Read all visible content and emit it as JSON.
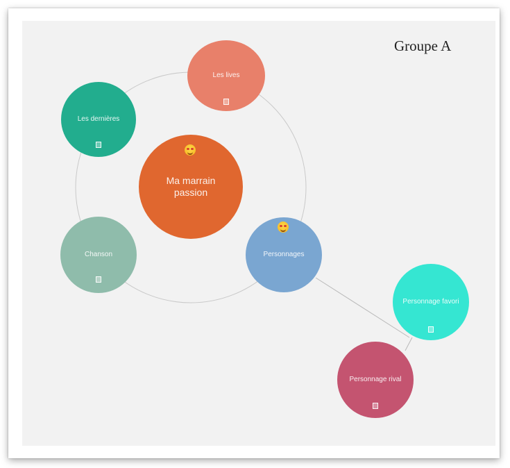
{
  "group_label": "Groupe A",
  "nodes": {
    "center": {
      "label": "Ma marrain passion",
      "color": "#e0672f",
      "emoji": "star-struck-emoji"
    },
    "top": {
      "label": "Les lives",
      "color": "#e8806a",
      "icon": "document-icon"
    },
    "left_top": {
      "label": "Les dernières",
      "color": "#22ad8e",
      "icon": "document-icon"
    },
    "left_bottom": {
      "label": "Chanson",
      "color": "#8fbcab",
      "icon": "document-icon"
    },
    "right": {
      "label": "Personnages",
      "color": "#7aa6d1",
      "emoji": "grinning-emoji"
    },
    "far_right_top": {
      "label": "Personnage favori",
      "color": "#35e6d2",
      "icon": "document-icon"
    },
    "far_right_bottom": {
      "label": "Personnage rival",
      "color": "#c45470",
      "icon": "document-icon"
    }
  }
}
